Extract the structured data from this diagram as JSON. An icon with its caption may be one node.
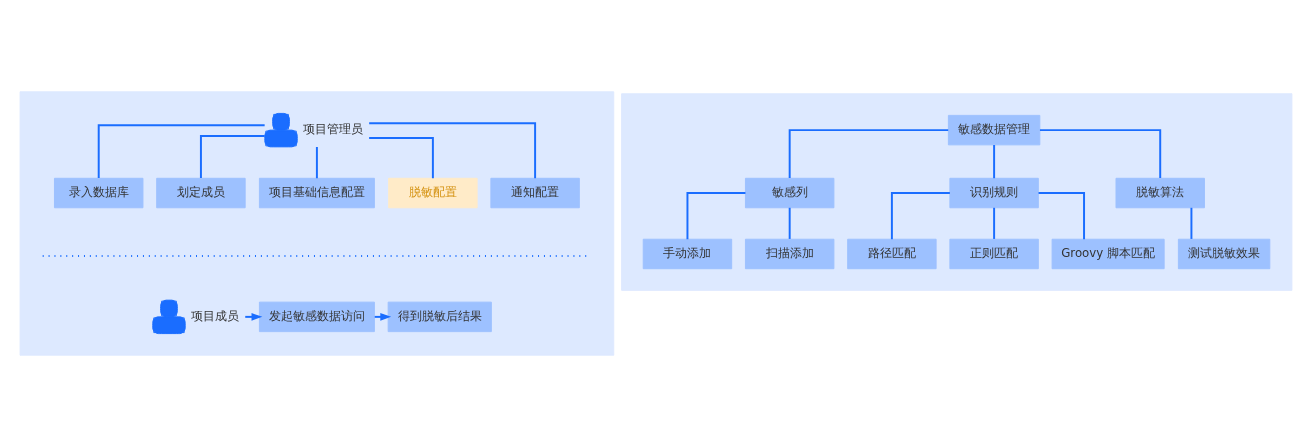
{
  "diagram": {
    "nodes": [
      {
        "text": [],
        "shape": "box"
      },
      {
        "text": [],
        "shape": "person",
        "beside": [
          "项目管理员"
        ],
        "in": 0
      },
      {
        "text": [
          "录入数据库"
        ],
        "in": 0
      },
      {
        "text": [
          "划定成员"
        ],
        "in": 0
      },
      {
        "text": [
          "项目基础信息配置"
        ],
        "in": 0
      },
      {
        "text": [
          "脱敏配置"
        ],
        "in": 0
      },
      {
        "text": [
          "通知配置"
        ],
        "in": 0
      },
      {
        "text": [],
        "shape": "person",
        "beside": [
          "项目成员"
        ],
        "in": 0
      },
      {
        "text": [
          "发起敏感数据访问"
        ],
        "in": 0
      },
      {
        "text": [
          "得到脱敏后结果"
        ],
        "in": 0
      },
      {
        "text": [],
        "shape": "box"
      },
      {
        "text": [
          "敏感数据管理"
        ],
        "in": 10
      },
      {
        "text": [
          "敏感列"
        ],
        "in": 10
      },
      {
        "text": [
          "手动添加"
        ],
        "in": 10
      },
      {
        "text": [
          "扫描添加"
        ],
        "in": 10
      },
      {
        "text": [
          "识别规则"
        ],
        "in": 10
      },
      {
        "text": [
          "路径匹配"
        ],
        "in": 10
      },
      {
        "text": [
          "正则匹配"
        ],
        "in": 10
      },
      {
        "text": [
          "Groovy 脚本匹配"
        ],
        "in": 10
      },
      {
        "text": [
          "脱敏算法"
        ],
        "in": 10
      },
      {
        "text": [
          "测试脱敏效果"
        ],
        "in": 10
      }
    ],
    "edges": [
      {
        "from": 1,
        "to": 2,
        "arrow": "none"
      },
      {
        "from": 1,
        "to": 3,
        "arrow": "none"
      },
      {
        "from": 1,
        "to": 4,
        "arrow": "none"
      },
      {
        "from": 1,
        "to": 5,
        "arrow": "none"
      },
      {
        "from": 1,
        "to": 6,
        "arrow": "none"
      },
      {
        "from": 7,
        "to": 8,
        "arrow": "to"
      },
      {
        "from": 8,
        "to": 9,
        "arrow": "to"
      },
      {
        "from": 11,
        "to": 12,
        "arrow": "none"
      },
      {
        "from": 11,
        "to": 15,
        "arrow": "none"
      },
      {
        "from": 11,
        "to": 19,
        "arrow": "none"
      },
      {
        "from": 12,
        "to": 13,
        "arrow": "none"
      },
      {
        "from": 12,
        "to": 14,
        "arrow": "none"
      },
      {
        "from": 15,
        "to": 16,
        "arrow": "none"
      },
      {
        "from": 15,
        "to": 17,
        "arrow": "none"
      },
      {
        "from": 15,
        "to": 18,
        "arrow": "none"
      },
      {
        "from": 19,
        "to": 20,
        "arrow": "none"
      }
    ]
  }
}
